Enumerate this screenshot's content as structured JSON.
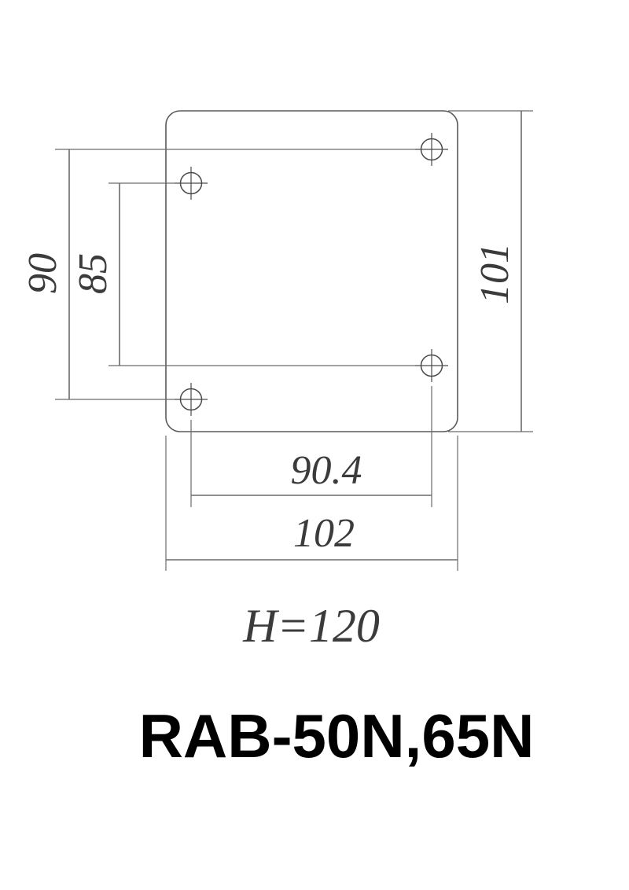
{
  "page": {
    "background_color": "#ffffff",
    "line_color": "#5a5a5a",
    "text_color": "#3b3b3b",
    "title_color": "#000000"
  },
  "title": {
    "label": "RAB-50N,65N"
  },
  "notes": {
    "height_note": "H=120"
  },
  "dimensions": {
    "left_outer": {
      "label": "90",
      "value": 90,
      "orientation": "vertical",
      "rotated": true
    },
    "left_inner": {
      "label": "85",
      "value": 85,
      "orientation": "vertical",
      "rotated": true
    },
    "right_outer": {
      "label": "101",
      "value": 101,
      "orientation": "vertical",
      "rotated": true
    },
    "bottom_inner": {
      "label": "90.4",
      "value": 90.4,
      "orientation": "horizontal",
      "rotated": false
    },
    "bottom_outer": {
      "label": "102",
      "value": 102,
      "orientation": "horizontal",
      "rotated": false
    }
  },
  "chart_data": {
    "type": "diagram",
    "title": "RAB-50N,65N",
    "subtitle": "H=120",
    "description": "Mechanical engineering dimension drawing of a rounded-corner square mounting plate with four mounting holes",
    "plate": {
      "width_mm": 102,
      "height_mm": 101,
      "corner_radius_mm": 6
    },
    "hole_pattern": {
      "count": 4,
      "horizontal_spacing_mm": 90.4,
      "vertical_spacing_left_mm": 85,
      "vertical_spacing_outer_mm": 90
    },
    "annotations": [
      "90",
      "85",
      "101",
      "90.4",
      "102",
      "H=120",
      "RAB-50N,65N"
    ]
  }
}
